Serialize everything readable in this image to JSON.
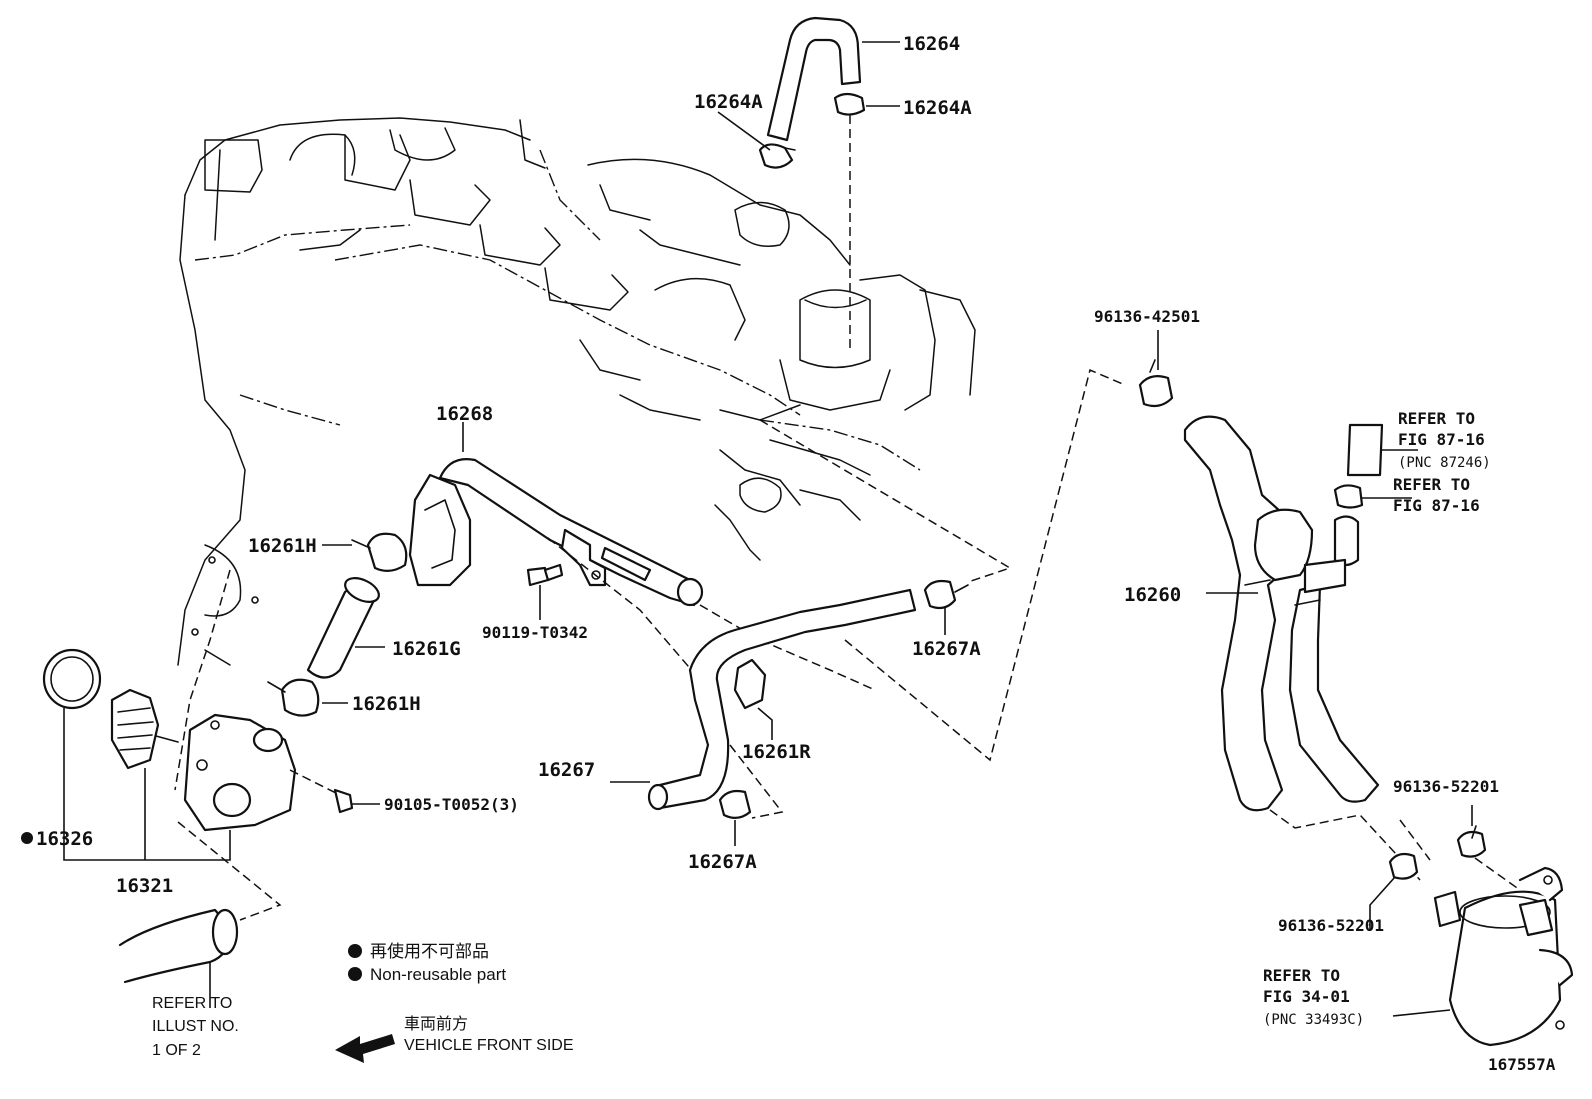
{
  "labels": {
    "p16264": "16264",
    "p16264A_left": "16264A",
    "p16264A_right": "16264A",
    "p16268": "16268",
    "p16261H_top": "16261H",
    "p16261G": "16261G",
    "p16261H_bottom": "16261H",
    "p90119": "90119-T0342",
    "p16267A_right": "16267A",
    "p16261R": "16261R",
    "p16267": "16267",
    "p16267A_bottom": "16267A",
    "p90105": "90105-T0052(3)",
    "p16326": "16326",
    "p16321": "16321",
    "p96136_42501": "96136-42501",
    "p16260": "16260",
    "p96136_52201_right": "96136-52201",
    "p96136_52201_left": "96136-52201",
    "drawing_no": "167557A"
  },
  "refs": {
    "fig8716_a_line1": "REFER TO",
    "fig8716_a_line2": "FIG 87-16",
    "fig8716_a_pnc": "(PNC 87246)",
    "fig8716_b_line1": "REFER TO",
    "fig8716_b_line2": "FIG 87-16",
    "fig3401_line1": "REFER TO",
    "fig3401_line2": "FIG 34-01",
    "fig3401_pnc": "(PNC 33493C)",
    "illust_line1": "REFER TO",
    "illust_line2": "ILLUST NO.",
    "illust_line3": "1 OF 2"
  },
  "legend": {
    "jp": "再使用不可部品",
    "en": "Non-reusable part",
    "front_jp": "車両前方",
    "front_en": "VEHICLE FRONT SIDE"
  }
}
